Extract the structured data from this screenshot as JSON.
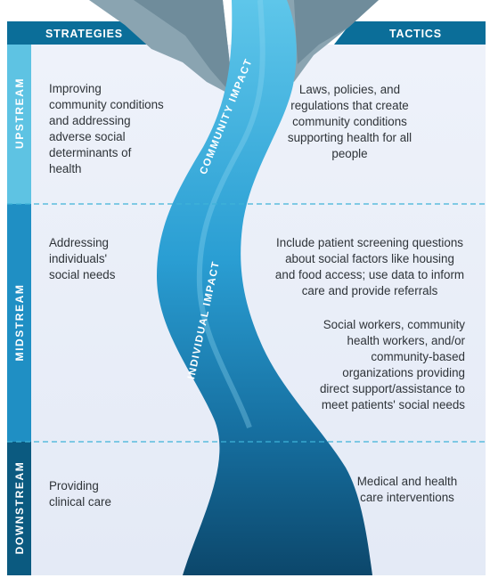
{
  "headers": {
    "strategies": "STRATEGIES",
    "tactics": "TACTICS"
  },
  "side_labels": {
    "upstream": "UPSTREAM",
    "midstream": "MIDSTREAM",
    "downstream": "DOWNSTREAM"
  },
  "river_labels": {
    "community": "COMMUNITY IMPACT",
    "individual": "INDIVIDUAL IMPACT"
  },
  "strategies": {
    "upstream": "Improving\ncommunity conditions\nand addressing\nadverse social\ndeterminants of\nhealth",
    "midstream": "Addressing\nindividuals'\nsocial needs",
    "downstream": "Providing\nclinical care"
  },
  "tactics": {
    "upstream": "Laws, policies, and\nregulations that create\ncommunity conditions\nsupporting health for all\npeople",
    "midstream_1": "Include patient screening questions\nabout social factors like housing\nand food access; use data to inform\ncare and provide referrals",
    "midstream_2": "Social workers, community\nhealth workers, and/or\ncommunity-based\norganizations providing\ndirect support/assistance to\nmeet patients' social needs",
    "downstream": "Medical and health\ncare interventions"
  },
  "colors": {
    "upstream_band": "#5ec3e3",
    "midstream_band": "#1f8fc4",
    "downstream_band": "#0b5a80",
    "header_band": "#0b6e99",
    "panel_bg": "#e9eef8",
    "river_light": "#47b9e3",
    "river_dark": "#0d4a70",
    "mountain": "#8aa4b1"
  }
}
